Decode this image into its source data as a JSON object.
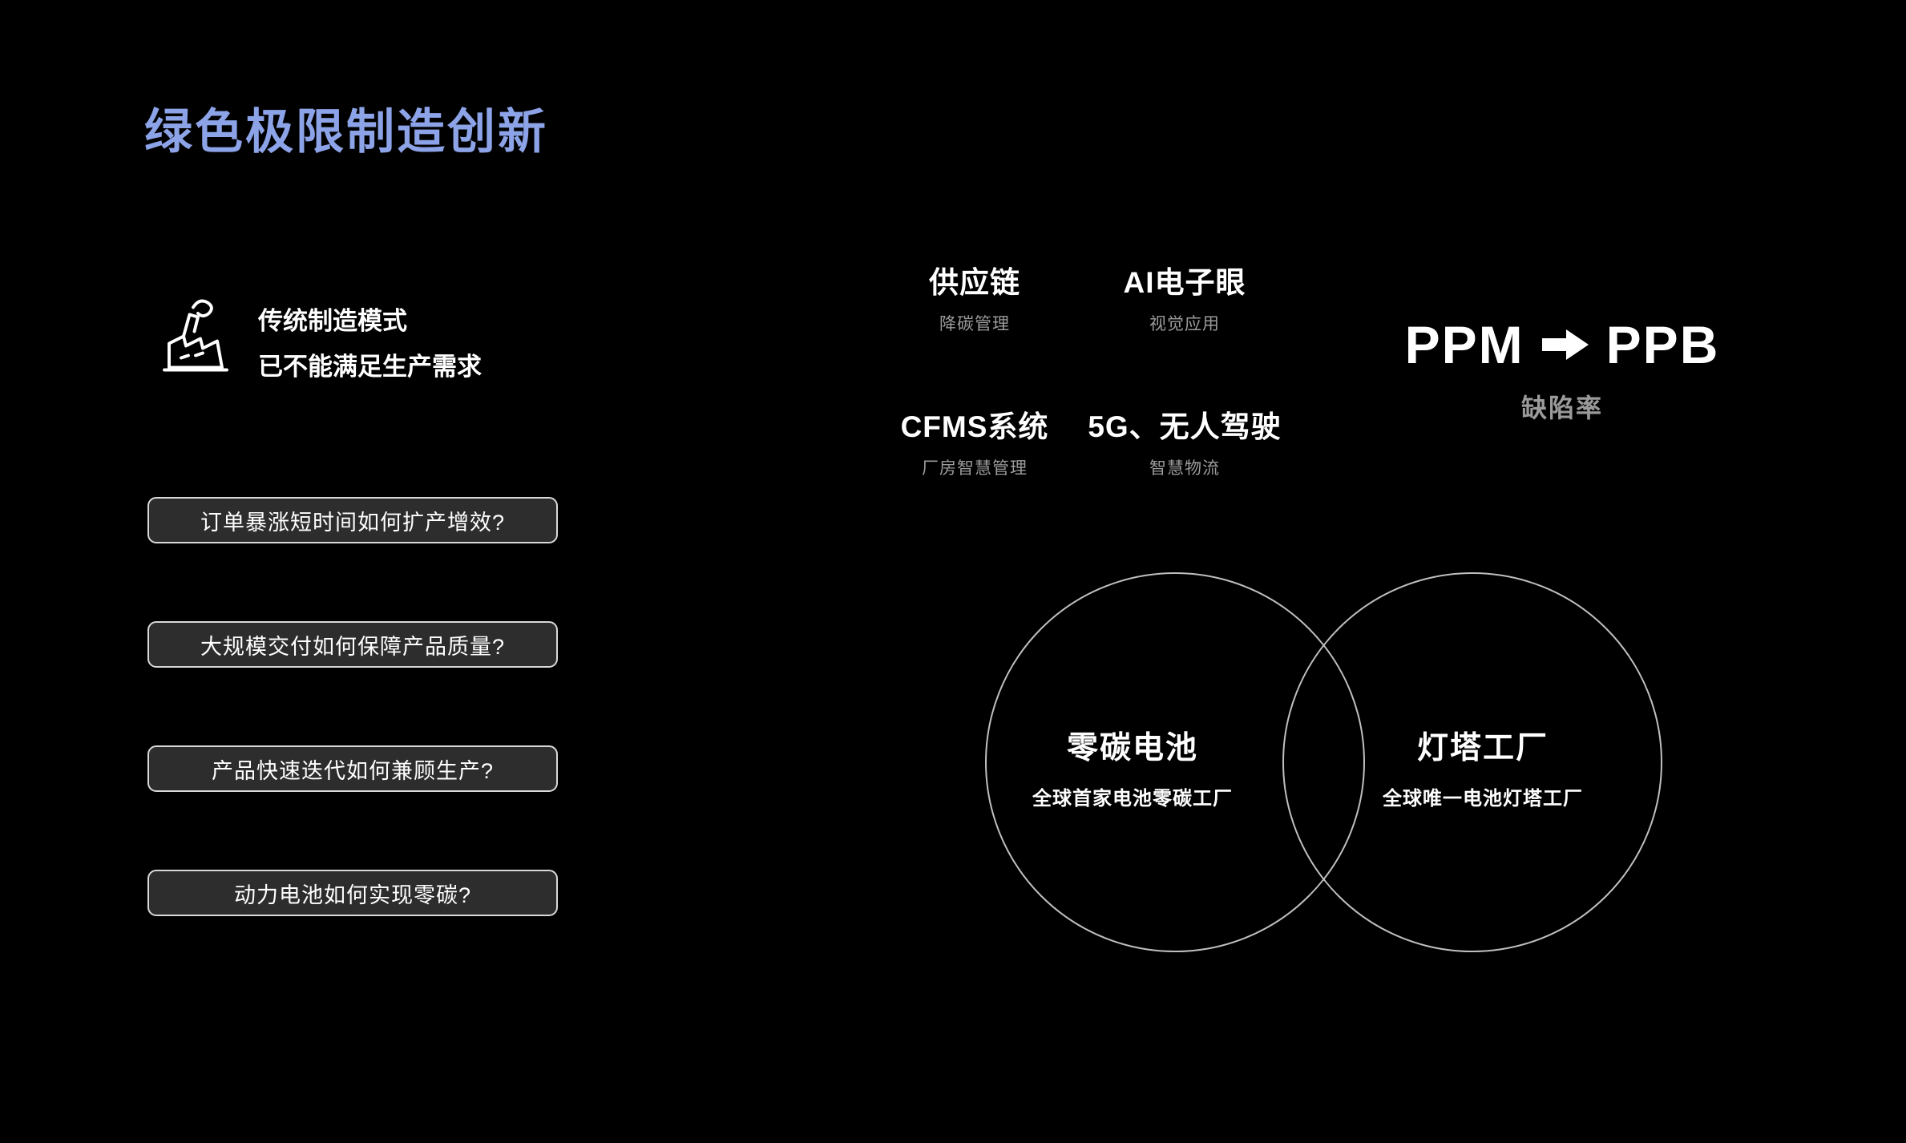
{
  "title": "绿色极限制造创新",
  "left": {
    "intro_line1": "传统制造模式",
    "intro_line2": "已不能满足生产需求",
    "questions": [
      "订单暴涨短时间如何扩产增效?",
      "大规模交付如何保障产品质量?",
      "产品快速迭代如何兼顾生产?",
      "动力电池如何实现零碳?"
    ]
  },
  "capabilities": [
    {
      "label": "供应链",
      "sub": "降碳管理"
    },
    {
      "label": "AI电子眼",
      "sub": "视觉应用"
    },
    {
      "label": "CFMS系统",
      "sub": "厂房智慧管理"
    },
    {
      "label": "5G、无人驾驶",
      "sub": "智慧物流"
    }
  ],
  "metric": {
    "from": "PPM",
    "to": "PPB",
    "caption": "缺陷率"
  },
  "venn": {
    "left": {
      "title": "零碳电池",
      "sub": "全球首家电池零碳工厂"
    },
    "right": {
      "title": "灯塔工厂",
      "sub": "全球唯一电池灯塔工厂"
    }
  },
  "colors": {
    "background": "#000000",
    "accent_title": "#8CA3E8",
    "box_background": "#2d2d2d",
    "box_border": "#d9d9d9",
    "muted_text": "#9b9b9b",
    "circle_stroke": "#bfbfbf"
  }
}
